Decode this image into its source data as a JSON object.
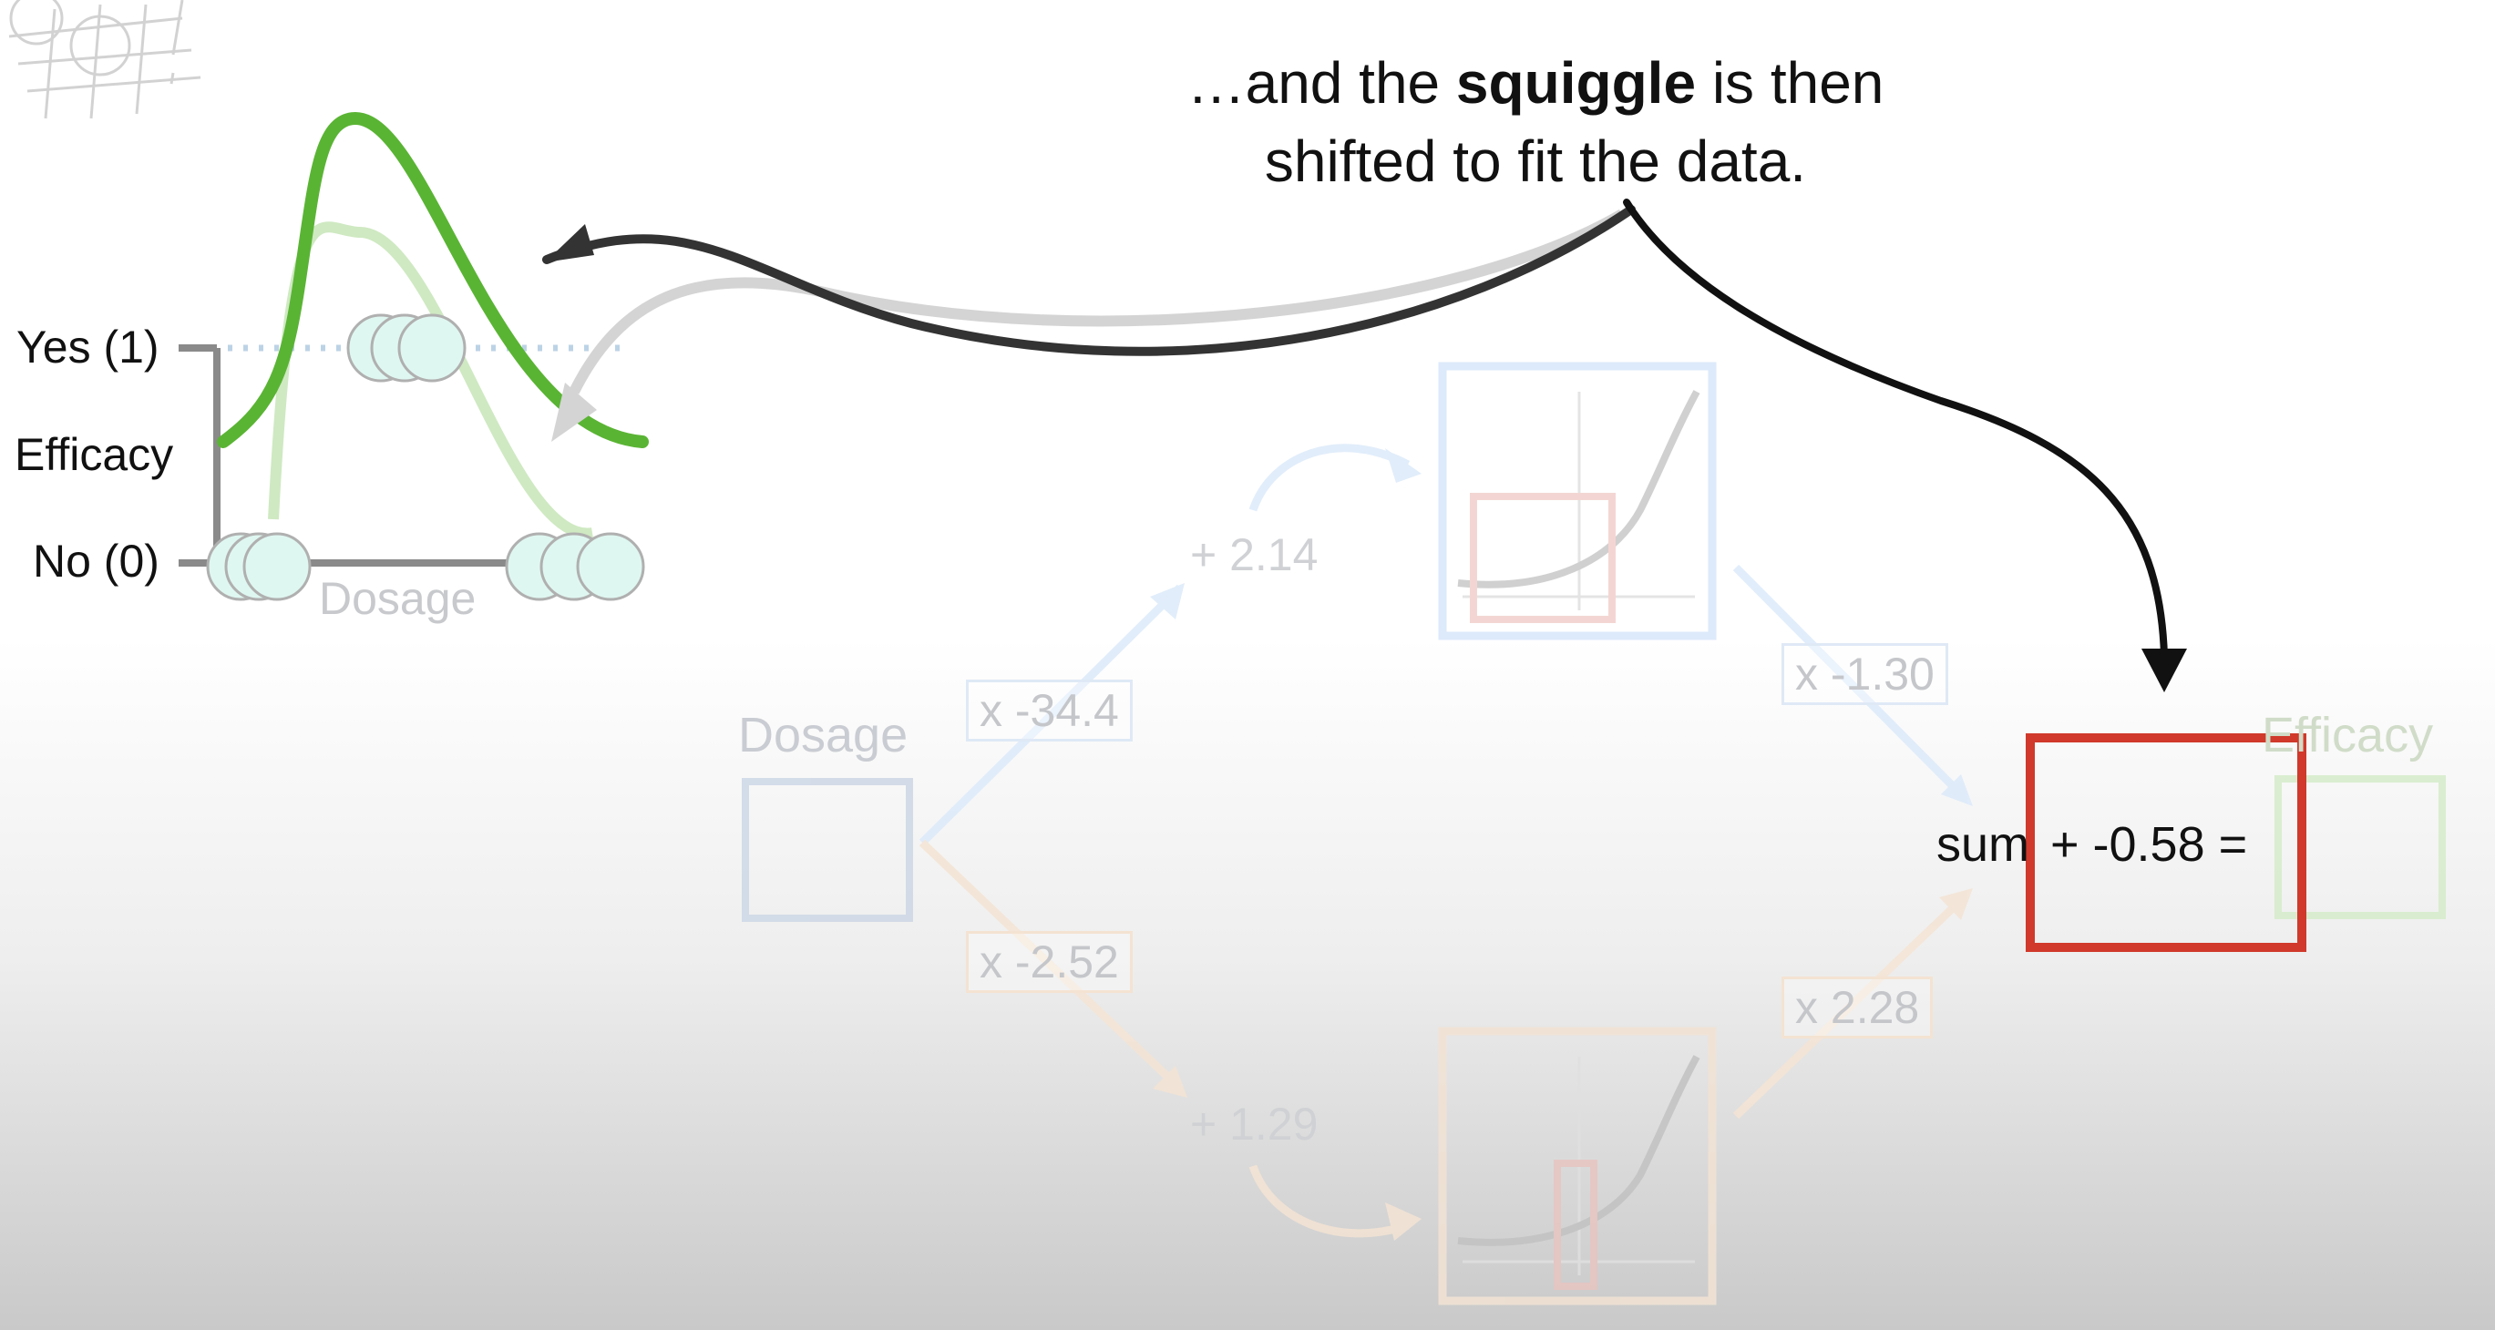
{
  "caption": {
    "line1_before": "…and the ",
    "line1_bold": "squiggle",
    "line1_after": " is then",
    "line2": "shifted to fit the data."
  },
  "plot": {
    "y_top_label": "Yes (1)",
    "y_bottom_label": "No (0)",
    "y_axis_title": "Efficacy",
    "x_axis_title": "Dosage"
  },
  "network": {
    "input_label": "Dosage",
    "output_label": "Efficacy",
    "weight_top_in": "x -34.4",
    "bias_top": "+ 2.14",
    "weight_top_out": "x -1.30",
    "weight_bottom_in": "x -2.52",
    "bias_bottom": "+ 1.29",
    "weight_bottom_out": "x 2.28",
    "sum_text": "sum",
    "final_bias_text": "+ -0.58 ="
  },
  "colors": {
    "squiggle": "#5ab434",
    "highlight_box": "#d0392b",
    "top_path": "#a9cdf3",
    "bottom_path": "#f0c9a1",
    "data_point_fill": "#dff7f1"
  }
}
